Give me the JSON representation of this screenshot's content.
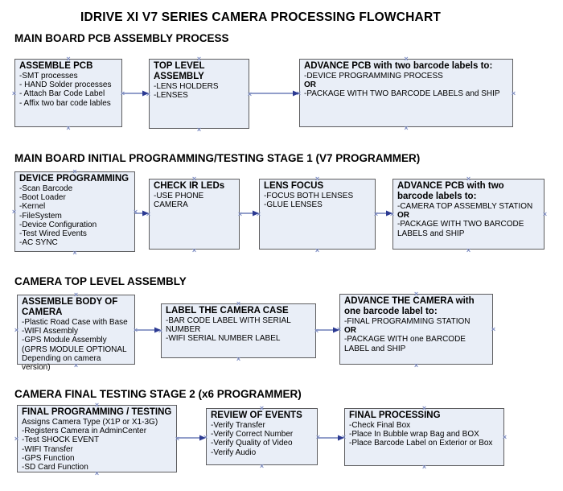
{
  "title": "IDRIVE XI V7 SERIES CAMERA PROCESSING FLOWCHART",
  "colors": {
    "box_fill": "#e9eef7",
    "box_border": "#5d5d5f",
    "arrow_line": "#8290c2",
    "arrow_head": "#2c3a92",
    "connection_marker": "#7d8cc2",
    "text": "#000000"
  },
  "sections": [
    {
      "heading": "MAIN BOARD PCB ASSEMBLY PROCESS",
      "boxes": [
        {
          "title": "ASSEMBLE PCB",
          "lines": [
            {
              "t": "-SMT processes"
            },
            {
              "t": "- HAND Solder processes"
            },
            {
              "t": "- Attach Bar Code Label"
            },
            {
              "t": "- Affix two bar code lables"
            }
          ]
        },
        {
          "title": "TOP LEVEL ASSEMBLY",
          "lines": [
            {
              "t": "-LENS HOLDERS"
            },
            {
              "t": "-LENSES"
            }
          ]
        },
        {
          "title": "ADVANCE PCB with two barcode labels to:",
          "lines": [
            {
              "t": "-DEVICE PROGRAMMING PROCESS"
            },
            {
              "t": "OR",
              "b": true
            },
            {
              "t": "-PACKAGE WITH TWO BARCODE LABELS and SHIP"
            }
          ]
        }
      ]
    },
    {
      "heading": "MAIN BOARD INITIAL PROGRAMMING/TESTING STAGE 1 (V7 PROGRAMMER)",
      "boxes": [
        {
          "title": "DEVICE PROGRAMMING",
          "lines": [
            {
              "t": "-Scan Barcode"
            },
            {
              "t": "-Boot Loader"
            },
            {
              "t": "-Kernel"
            },
            {
              "t": "-FileSystem"
            },
            {
              "t": "-Device Configuration"
            },
            {
              "t": "-Test Wired Events"
            },
            {
              "t": "-AC SYNC"
            }
          ]
        },
        {
          "title": "CHECK IR LEDs",
          "lines": [
            {
              "t": "-USE PHONE CAMERA"
            }
          ]
        },
        {
          "title": "LENS FOCUS",
          "lines": [
            {
              "t": "-FOCUS BOTH LENSES"
            },
            {
              "t": "-GLUE LENSES"
            }
          ]
        },
        {
          "title": "ADVANCE PCB with two barcode labels to:",
          "lines": [
            {
              "t": "-CAMERA TOP ASSEMBLY STATION"
            },
            {
              "t": "OR",
              "b": true
            },
            {
              "t": "-PACKAGE WITH TWO BARCODE LABELS and SHIP"
            }
          ]
        }
      ]
    },
    {
      "heading": "CAMERA TOP LEVEL ASSEMBLY",
      "boxes": [
        {
          "title": "ASSEMBLE BODY OF CAMERA",
          "lines": [
            {
              "t": "-Plastic Road Case with Base"
            },
            {
              "t": "-WIFI Assembly"
            },
            {
              "t": "-GPS Module Assembly"
            },
            {
              "t": "(GPRS MODULE OPTIONAL Depending on camera version)"
            }
          ]
        },
        {
          "title": "LABEL THE CAMERA CASE",
          "lines": [
            {
              "t": "-BAR CODE LABEL WITH SERIAL NUMBER"
            },
            {
              "t": "-WIFI SERIAL NUMBER LABEL"
            }
          ]
        },
        {
          "title": "ADVANCE THE CAMERA with one barcode label to:",
          "lines": [
            {
              "t": "-FINAL PROGRAMMING STATION"
            },
            {
              "t": "OR",
              "b": true
            },
            {
              "t": "-PACKAGE WITH one BARCODE LABEL and SHIP"
            }
          ]
        }
      ]
    },
    {
      "heading": "CAMERA FINAL TESTING STAGE 2 (x6 PROGRAMMER)",
      "boxes": [
        {
          "title": "FINAL PROGRAMMING / TESTING",
          "lines": [
            {
              "t": "Assigns Camera Type (X1P or X1-3G)"
            },
            {
              "t": "-Registers Camera in AdminCenter"
            },
            {
              "t": "-Test SHOCK EVENT"
            },
            {
              "t": "-WIFI Transfer"
            },
            {
              "t": "-GPS Function"
            },
            {
              "t": "-SD Card Function"
            }
          ]
        },
        {
          "title": "REVIEW OF EVENTS",
          "lines": [
            {
              "t": "-Verify Transfer"
            },
            {
              "t": "-Verify Correct Number"
            },
            {
              "t": "-Verify Quality of Video"
            },
            {
              "t": "-Verify Audio"
            }
          ]
        },
        {
          "title": "FINAL PROCESSING",
          "lines": [
            {
              "t": "-Check Final Box"
            },
            {
              "t": "-Place In Bubble wrap Bag and BOX"
            },
            {
              "t": "-Place Barcode Label on Exterior or Box"
            }
          ]
        }
      ]
    }
  ]
}
